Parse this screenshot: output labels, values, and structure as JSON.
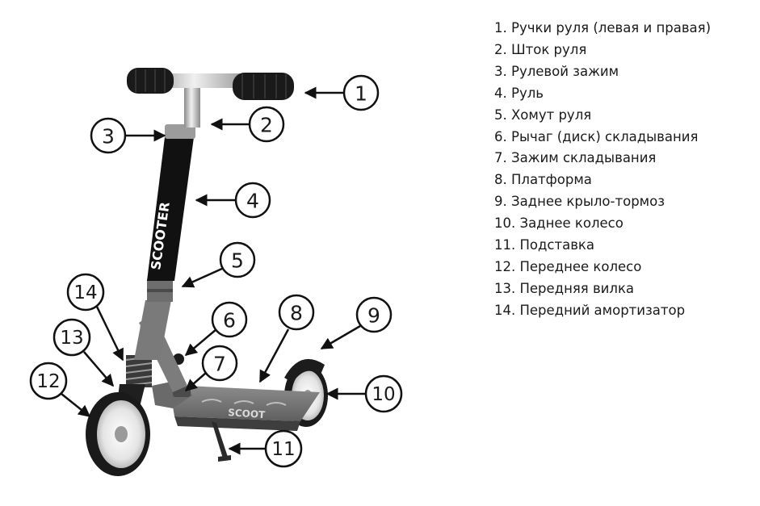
{
  "legend": [
    "1. Ручки руля (левая и правая)",
    "2. Шток руля",
    "3. Рулевой зажим",
    "4. Руль",
    "5. Хомут руля",
    "6. Рычаг (диск) складывания",
    "7. Зажим складывания",
    "8. Платформа",
    "9. Заднее крыло-тормоз",
    "10. Заднее колесо",
    "11. Подставка",
    "12. Переднее колесо",
    "13. Передняя вилка",
    "14. Передний амортизатор"
  ],
  "callouts": [
    {
      "num": "1",
      "part": "handlebar-grips"
    },
    {
      "num": "2",
      "part": "handlebar-stem"
    },
    {
      "num": "3",
      "part": "steering-clamp"
    },
    {
      "num": "4",
      "part": "handlebar-tube"
    },
    {
      "num": "5",
      "part": "handlebar-collar"
    },
    {
      "num": "6",
      "part": "folding-lever"
    },
    {
      "num": "7",
      "part": "folding-clamp"
    },
    {
      "num": "8",
      "part": "deck"
    },
    {
      "num": "9",
      "part": "rear-fender-brake"
    },
    {
      "num": "10",
      "part": "rear-wheel"
    },
    {
      "num": "11",
      "part": "kickstand"
    },
    {
      "num": "12",
      "part": "front-wheel"
    },
    {
      "num": "13",
      "part": "front-fork"
    },
    {
      "num": "14",
      "part": "front-shock"
    }
  ],
  "scooter": {
    "brand_text": "SCOOTER",
    "deck_text": "SCOOT"
  },
  "colors": {
    "frame": "#7c7c7c",
    "frame_dark": "#555555",
    "tire": "#1a1a1a",
    "tube": "#111111",
    "chrome": "#c8c8c8",
    "text": "#1a1a1a"
  }
}
